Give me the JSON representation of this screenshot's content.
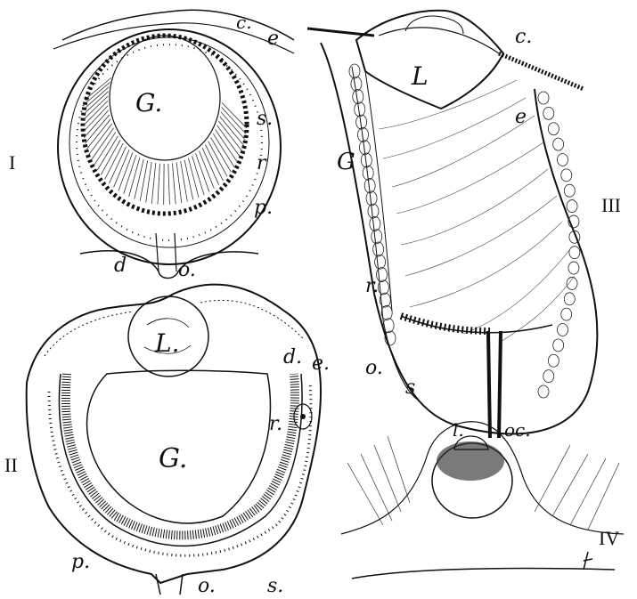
{
  "figures": {
    "fig1": {
      "numeral": "I",
      "labels": {
        "c": "c.",
        "e": "e",
        "G": "G.",
        "s": "s.",
        "r": "r",
        "p": "p.",
        "d": "d",
        "o": "o."
      }
    },
    "fig2": {
      "numeral": "II",
      "labels": {
        "L": "L.",
        "d": "d.",
        "e": "e.",
        "G": "G.",
        "r": "r.",
        "p": "p.",
        "o": "o.",
        "s": "s."
      }
    },
    "fig3": {
      "numeral": "III",
      "labels": {
        "L": "L",
        "c": "c.",
        "e": "e",
        "G": "G",
        "r": "r.",
        "o": "o.",
        "s": "s"
      }
    },
    "fig4": {
      "numeral": "IV",
      "labels": {
        "l": "l.",
        "oc": "oc."
      }
    }
  },
  "colors": {
    "ink": "#111111",
    "paper": "#ffffff",
    "shade": "#555555"
  }
}
